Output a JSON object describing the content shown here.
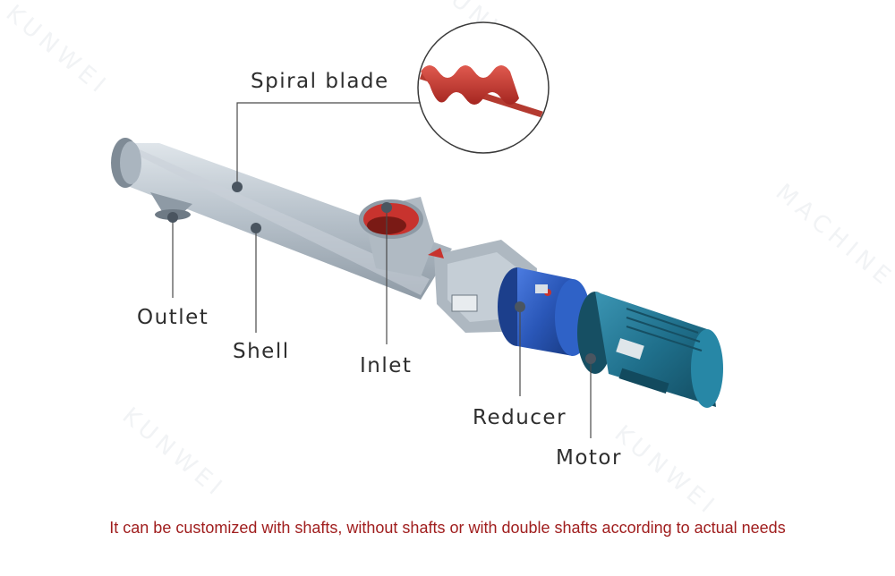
{
  "labels": {
    "spiral_blade": "Spiral blade",
    "outlet": "Outlet",
    "shell": "Shell",
    "inlet": "Inlet",
    "reducer": "Reducer",
    "motor": "Motor"
  },
  "watermark": {
    "line1": "KUNWEI",
    "line2": "MACHINE"
  },
  "caption": "It can be customized with shafts, without shafts or with double shafts according to actual needs",
  "colors": {
    "shell": "#b9c3cc",
    "blade": "#c8332e",
    "reducer": "#2a57b8",
    "motor": "#1f6f8b",
    "caption": "#a01e1e"
  }
}
